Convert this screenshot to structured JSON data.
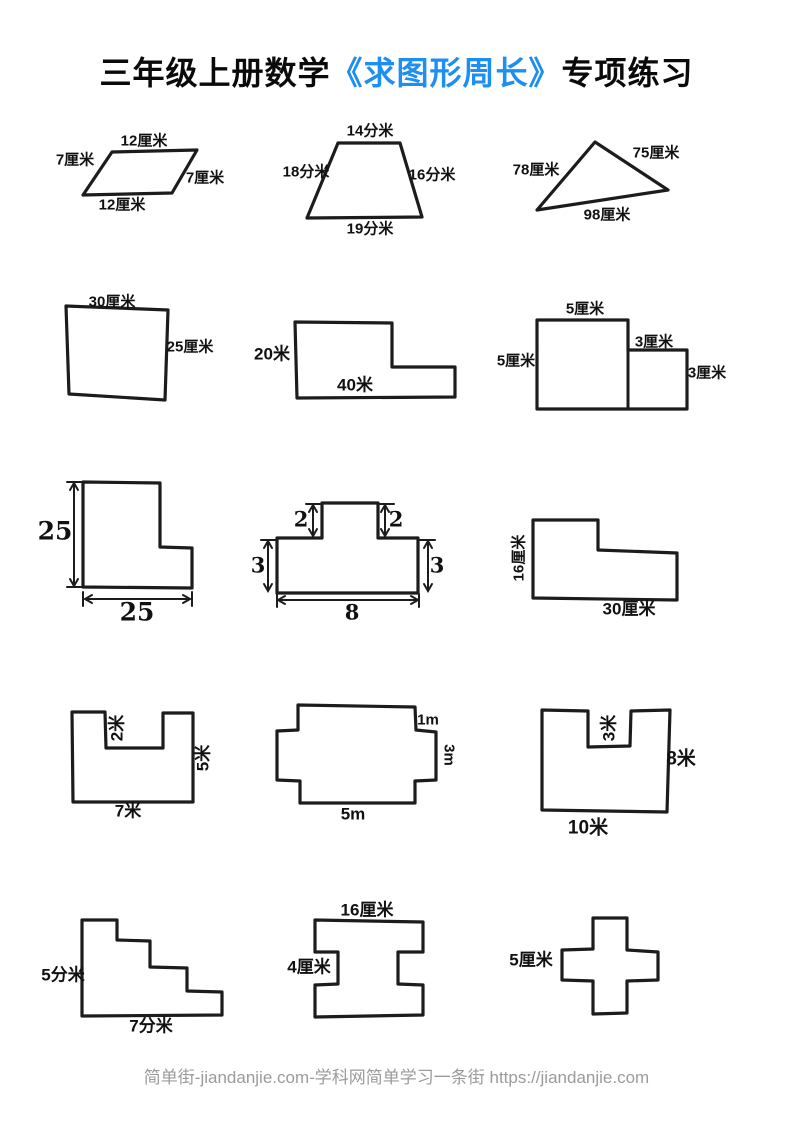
{
  "title": {
    "part1": "三年级上册数学",
    "highlight": "《求图形周长》",
    "part2": "专项练习"
  },
  "accent_color": "#1e8ff2",
  "footer": "简单街-jiandanjie.com-学科网简单学习一条街 https://jiandanjie.com",
  "shapes": {
    "parallelogram": {
      "top": "12厘米",
      "left": "7厘米",
      "right": "7厘米",
      "bottom": "12厘米"
    },
    "trapezoid": {
      "top": "14分米",
      "left": "18分米",
      "right": "16分米",
      "bottom": "19分米"
    },
    "triangle": {
      "left": "78厘米",
      "right": "75厘米",
      "bottom": "98厘米"
    },
    "rectangle": {
      "top": "30厘米",
      "right": "25厘米"
    },
    "step_rectangle": {
      "left": "20米",
      "bottom": "40米"
    },
    "two_squares": {
      "big_top": "5厘米",
      "big_left": "5厘米",
      "small_top": "3厘米",
      "small_right": "3厘米"
    },
    "l_block": {
      "height": "25",
      "width": "25"
    },
    "t_block": {
      "notch_left": "2",
      "notch_right": "2",
      "side_left": "3",
      "side_right": "3",
      "base": "8"
    },
    "l_shape": {
      "left": "16厘米",
      "bottom": "30厘米"
    },
    "u_shape_small": {
      "notch": "2米",
      "right": "5米",
      "bottom": "7米"
    },
    "cross_horizontal": {
      "tab": "1m",
      "right": "3m",
      "bottom": "5m"
    },
    "u_shape_large": {
      "notch": "3米",
      "right": "8米",
      "bottom": "10米"
    },
    "staircase": {
      "left": "5分米",
      "bottom": "7分米"
    },
    "i_beam": {
      "top": "16厘米",
      "left": "4厘米"
    },
    "plus_shape": {
      "left": "5厘米"
    }
  }
}
